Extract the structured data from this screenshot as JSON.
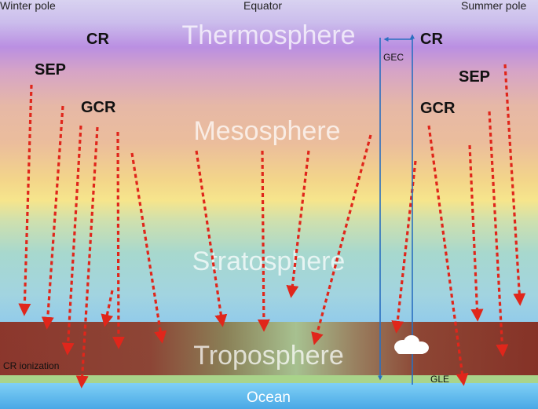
{
  "header": {
    "winter_pole": "Winter pole",
    "equator": "Equator",
    "summer_pole": "Summer pole"
  },
  "layers": {
    "thermosphere": "Thermosphere",
    "mesosphere": "Mesosphere",
    "stratosphere": "Stratosphere",
    "troposphere": "Troposphere",
    "ocean": "Ocean"
  },
  "labels": {
    "cr_left": "CR",
    "sep_left": "SEP",
    "gcr_left": "GCR",
    "cr_right": "CR",
    "sep_right": "SEP",
    "gcr_right": "GCR",
    "gec": "GEC",
    "cr_ionization": "CR ionization",
    "gle": "GLE"
  },
  "colors": {
    "particle_arrow": "#e0261b",
    "circuit_line": "#2a6fc0",
    "ionization_band": "#8b2b1c",
    "ocean": "#5fb7ee"
  }
}
